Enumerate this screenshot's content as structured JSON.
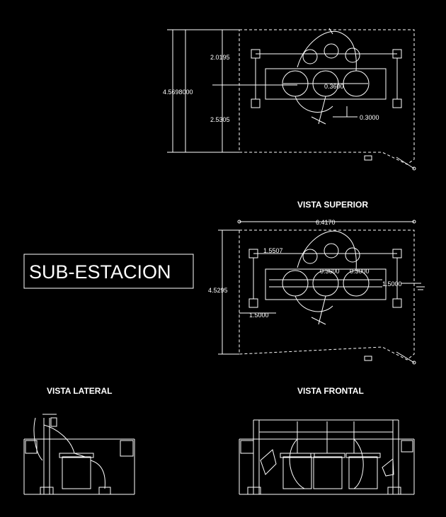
{
  "title": "SUB-ESTACION",
  "views": {
    "superior": "VISTA SUPERIOR",
    "lateral": "VISTA LATERAL",
    "frontal": "VISTA FRONTAL"
  },
  "top_plan": {
    "dim_total": "4.5698000",
    "dim_upper": "2.0195",
    "dim_lower": "2.5305",
    "dim_spacing": "0.3600",
    "dim_offset": "0.3000"
  },
  "superior_plan": {
    "dim_width": "6.4170",
    "dim_height": "4.5295",
    "dim_left_top": "1.5507",
    "dim_spacing_1": "0.3600",
    "dim_spacing_2": "0.3000",
    "dim_right": "1.5000",
    "dim_left_bottom": "1.5000"
  },
  "colors": {
    "line": "#ffffff",
    "background": "#000000"
  }
}
